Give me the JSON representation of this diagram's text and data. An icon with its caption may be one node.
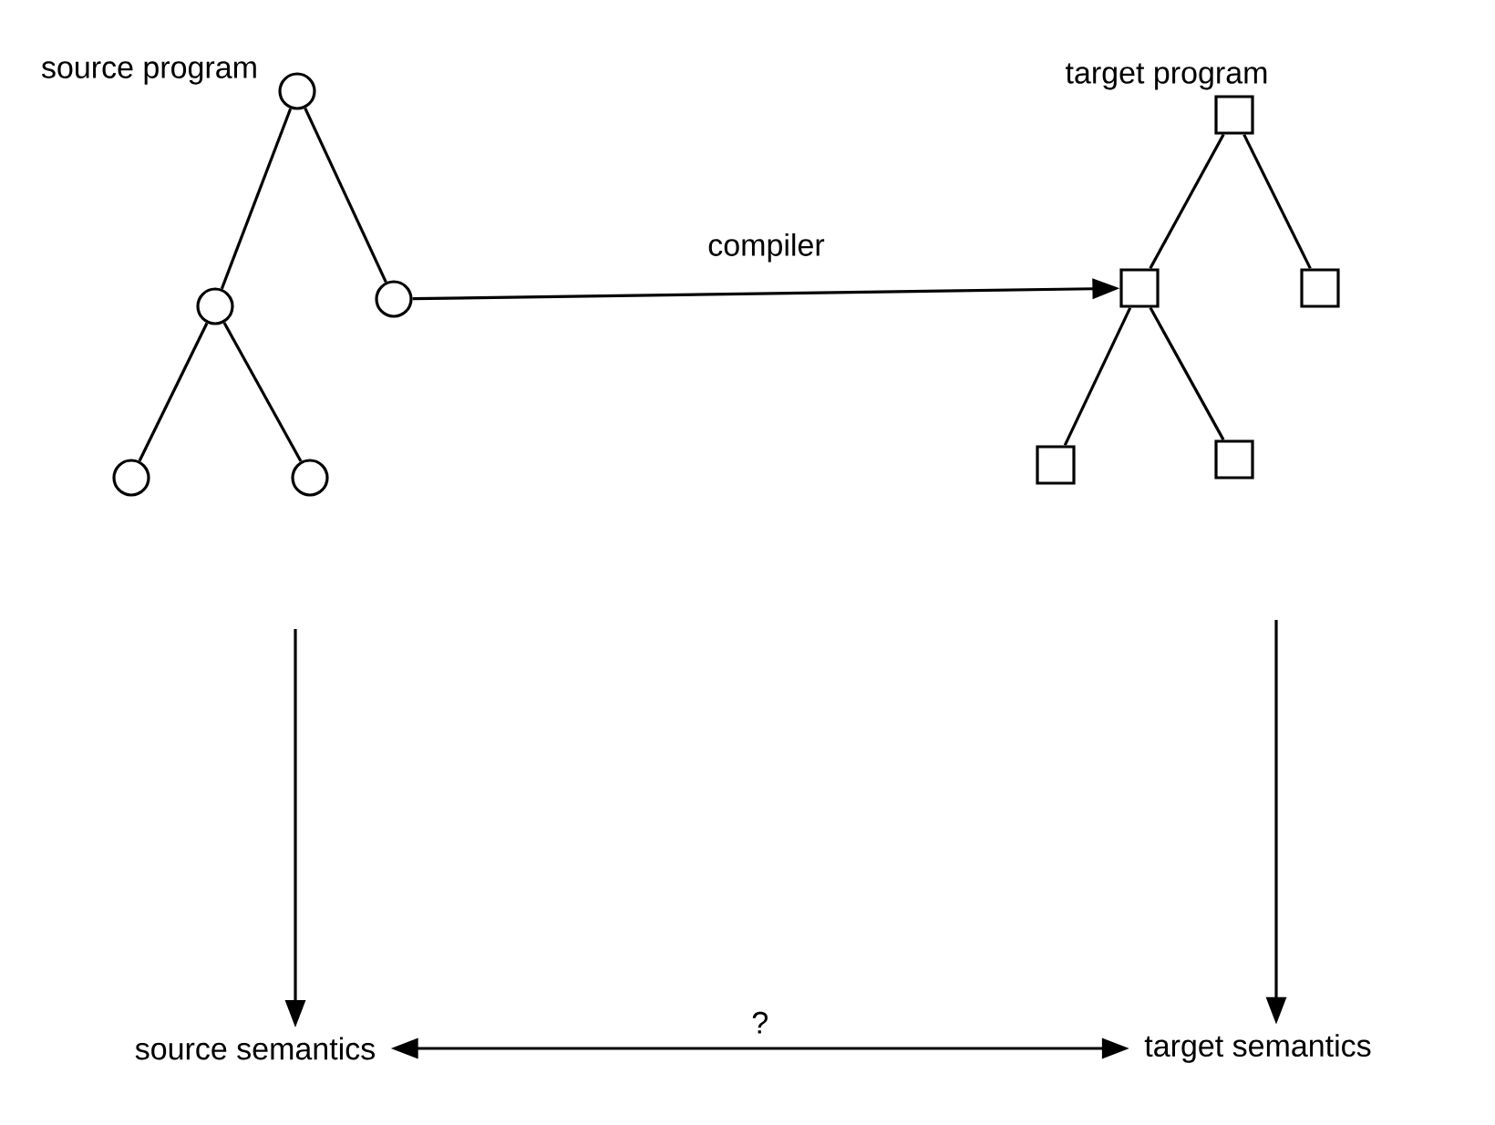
{
  "diagram": {
    "nodes": [
      {
        "text": [
          "source program"
        ]
      },
      {
        "text": [],
        "shape": "circle"
      },
      {
        "text": [],
        "shape": "circle"
      },
      {
        "text": [],
        "shape": "circle"
      },
      {
        "text": [],
        "shape": "circle"
      },
      {
        "text": [],
        "shape": "circle"
      },
      {
        "text": [
          "target program"
        ]
      },
      {
        "text": [],
        "shape": "box"
      },
      {
        "text": [],
        "shape": "box"
      },
      {
        "text": [],
        "shape": "box"
      },
      {
        "text": [],
        "shape": "box"
      },
      {
        "text": [],
        "shape": "box"
      },
      {
        "text": [
          "source semantics"
        ]
      },
      {
        "text": [
          "target semantics"
        ]
      }
    ],
    "edges": [
      {
        "from": 1,
        "to": 2,
        "arrow": "none"
      },
      {
        "from": 1,
        "to": 3,
        "arrow": "none"
      },
      {
        "from": 2,
        "to": 4,
        "arrow": "none"
      },
      {
        "from": 2,
        "to": 5,
        "arrow": "none"
      },
      {
        "from": 7,
        "to": 8,
        "arrow": "none"
      },
      {
        "from": 7,
        "to": 9,
        "arrow": "none"
      },
      {
        "from": 8,
        "to": 10,
        "arrow": "none"
      },
      {
        "from": 8,
        "to": 11,
        "arrow": "none"
      },
      {
        "from": 3,
        "to": 8,
        "arrow": "to",
        "label": "compiler"
      },
      {
        "from": null,
        "to": 12,
        "arrow": "to"
      },
      {
        "from": null,
        "to": 13,
        "arrow": "to"
      },
      {
        "from": 12,
        "to": 13,
        "arrow": "both",
        "label": "?"
      }
    ]
  }
}
